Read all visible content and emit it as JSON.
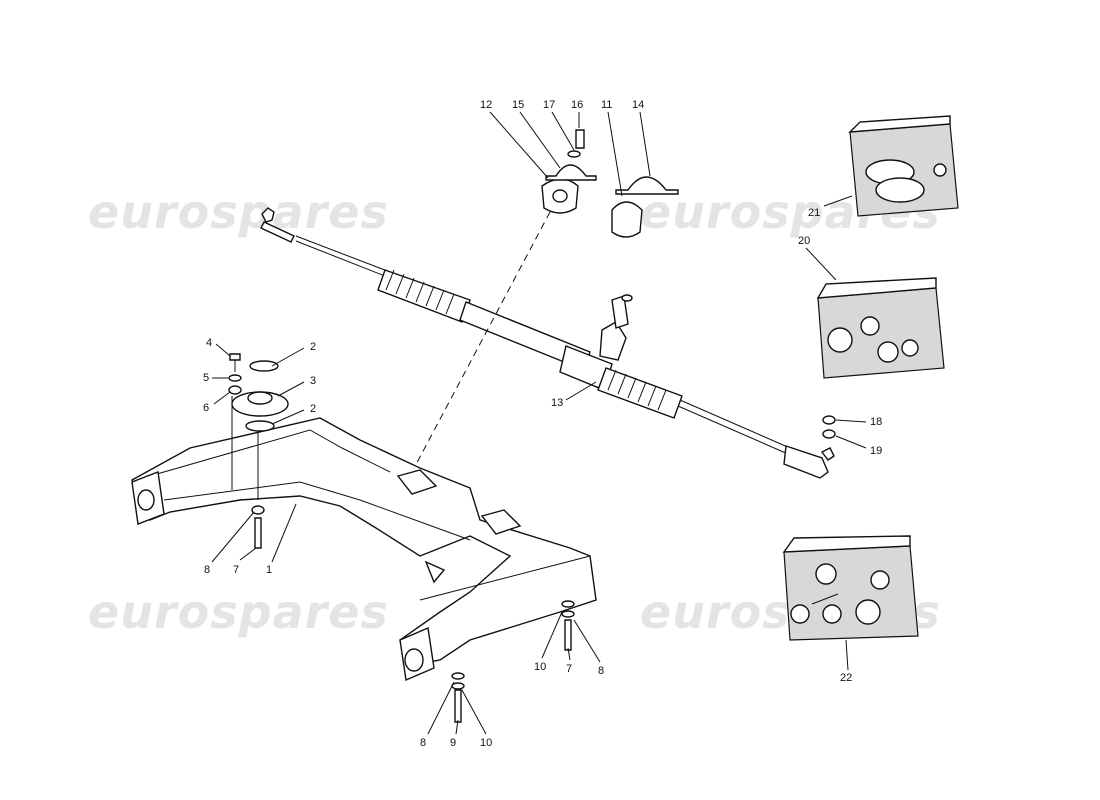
{
  "watermark": "eurospares",
  "callouts": [
    {
      "id": "c12",
      "text": "12"
    },
    {
      "id": "c15",
      "text": "15"
    },
    {
      "id": "c17",
      "text": "17"
    },
    {
      "id": "c16",
      "text": "16"
    },
    {
      "id": "c11",
      "text": "11"
    },
    {
      "id": "c14",
      "text": "14"
    },
    {
      "id": "c21",
      "text": "21"
    },
    {
      "id": "c20",
      "text": "20"
    },
    {
      "id": "c4",
      "text": "4"
    },
    {
      "id": "c2a",
      "text": "2"
    },
    {
      "id": "c5",
      "text": "5"
    },
    {
      "id": "c3",
      "text": "3"
    },
    {
      "id": "c6",
      "text": "6"
    },
    {
      "id": "c2b",
      "text": "2"
    },
    {
      "id": "c13",
      "text": "13"
    },
    {
      "id": "c18",
      "text": "18"
    },
    {
      "id": "c19",
      "text": "19"
    },
    {
      "id": "c8a",
      "text": "8"
    },
    {
      "id": "c7a",
      "text": "7"
    },
    {
      "id": "c1",
      "text": "1"
    },
    {
      "id": "c22",
      "text": "22"
    },
    {
      "id": "c10a",
      "text": "10"
    },
    {
      "id": "c7b",
      "text": "7"
    },
    {
      "id": "c8b",
      "text": "8"
    },
    {
      "id": "c8c",
      "text": "8"
    },
    {
      "id": "c9",
      "text": "9"
    },
    {
      "id": "c10b",
      "text": "10"
    }
  ]
}
